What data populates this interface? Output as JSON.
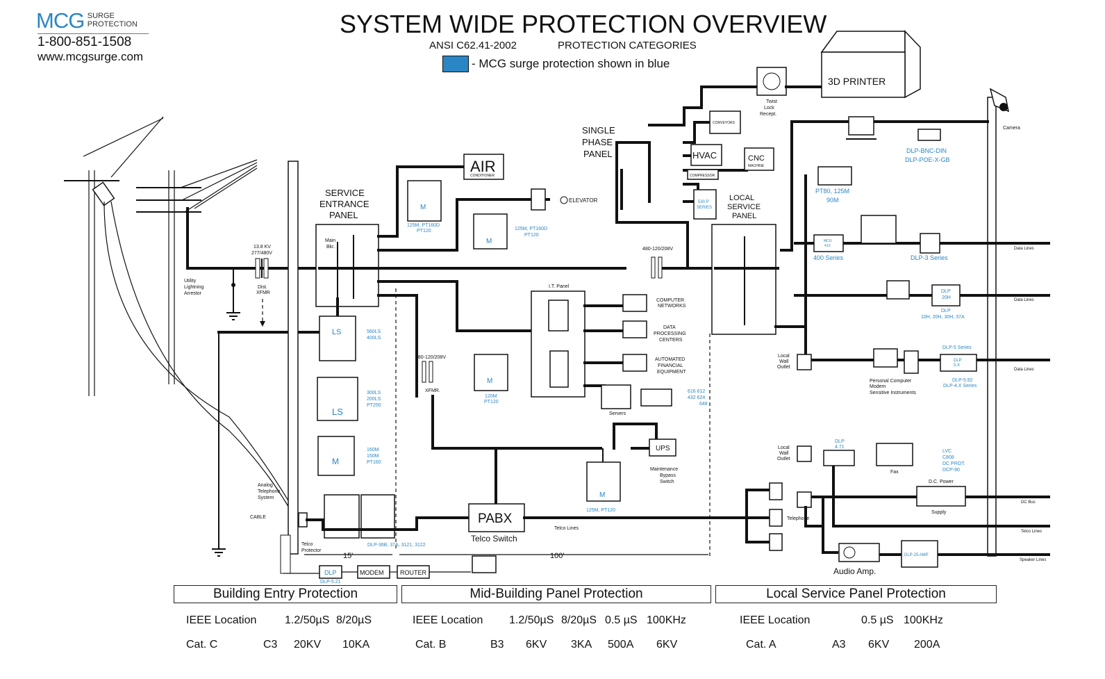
{
  "brand": {
    "logo_mark": "MCG",
    "logo_line1": "SURGE",
    "logo_line2": "PROTECTION",
    "phone": "1-800-851-1508",
    "website": "www.mcgsurge.com"
  },
  "header": {
    "title": "SYSTEM WIDE PROTECTION OVERVIEW",
    "standard": "ANSI C62.41-2002",
    "subtitle": "PROTECTION CATEGORIES",
    "legend_text": "- MCG surge protection shown in blue",
    "legend_color": "#2a86c5"
  },
  "labels": {
    "printer": "3D PRINTER",
    "twist_lock": [
      "Twist",
      "Lock",
      "Recept."
    ],
    "camera": "Camera",
    "dlp_bnc": [
      "DLP-BNC-DIN",
      "DLP-POE-X-GB"
    ],
    "single_phase": [
      "SINGLE",
      "PHASE",
      "PANEL"
    ],
    "conveyors": "CONVEYORS",
    "hvac": "HVAC",
    "compressor": "COMPRESSOR",
    "cnc": [
      "CNC",
      "MACHINE"
    ],
    "series530": [
      "530 P",
      "SERIES"
    ],
    "pt80": [
      "PT80, 125M",
      "90M"
    ],
    "local_panel": [
      "LOCAL",
      "SERVICE",
      "PANEL"
    ],
    "air": "AIR",
    "air_sub": "CONDITIONER",
    "elevator": "ELEVATOR",
    "service_entrance": [
      "SERVICE",
      "ENTRANCE",
      "PANEL"
    ],
    "main_bkr": [
      "Main",
      "Bkr."
    ],
    "m125_1": [
      "125M, PT160D",
      "PT120"
    ],
    "m125_2": [
      "125M, PT160D",
      "PT120"
    ],
    "kv": [
      "13.8 KV",
      "277/480V"
    ],
    "dist_xfmr": [
      "Dist.",
      "XFMR"
    ],
    "arrestor": [
      "Utility",
      "Lightning",
      "Arrestor"
    ],
    "v480_top": "480-120/208V",
    "v480_mid": "480-120/208V",
    "xfmr": "XFMR.",
    "series400": "400 Series",
    "dlp3": "DLP-3 Series",
    "data_lines": "Data Lines",
    "dlp_20h_box": [
      "DLP",
      "20H"
    ],
    "dlp_20h": [
      "DLP",
      "10H, 20H, 30H, 37A"
    ],
    "it_panel": "I.T. Panel",
    "computer_networks": [
      "COMPUTER",
      "NETWORKS"
    ],
    "data_processing": [
      "DATA",
      "PROCESSING",
      "CENTERS"
    ],
    "automated": [
      "AUTOMATED",
      "FINANCIAL",
      "EQUIPMENT"
    ],
    "servers": "Servers",
    "server_models": [
      "616  612",
      "432  624",
      "648"
    ],
    "ls_560": [
      "560LS",
      "400LS"
    ],
    "ls_300": [
      "300LS",
      "200LS",
      "PT250"
    ],
    "m_160": [
      "160M",
      "150M",
      "PT160"
    ],
    "m_120": [
      "120M",
      "PT120"
    ],
    "ls": "LS",
    "m": "M",
    "local_wall_1": [
      "Local",
      "Wall",
      "Outlet"
    ],
    "local_wall_2": [
      "Local",
      "Wall",
      "Outlet"
    ],
    "pc_modem": [
      "Personal Computer",
      "Modem",
      "Sensitive Instruments"
    ],
    "dlp5": "DLP-5 Series",
    "dlp5_box": [
      "DLP",
      "5.X"
    ],
    "dlp592": [
      "DLP-5.92",
      "DLP-4.X Series"
    ],
    "ups": "UPS",
    "maintenance": [
      "Maintenance",
      "Bypass",
      "Switch"
    ],
    "m125_pt120": "125M, PT120",
    "dlp471": [
      "DLP",
      "4.71"
    ],
    "fax": "Fax",
    "lvc": [
      "LVC",
      "C808",
      "DC PROT.",
      "DCP-90"
    ],
    "dc_power": "D.C. Power",
    "supply": "Supply",
    "dc_bus": "DC Bus",
    "telco_lines_right": "Telco Lines",
    "speaker_lines": "Speaker Lines",
    "telephone": "Telephone",
    "analog_tel": [
      "Analog",
      "Telephone",
      "System"
    ],
    "cable": "CABLE",
    "telco_protector": [
      "Telco",
      "Protector"
    ],
    "dlp36b": "DLP-36B, 37A, 3121, 3122",
    "pabx": "PABX",
    "telco_switch": "Telco Switch",
    "telco_lines": "Telco Lines",
    "dist15": "15'",
    "dist100": "100'",
    "dlp521_box": "DLP",
    "dlp521": "DLP-5.21",
    "modem": "MODEM",
    "router": "ROUTER",
    "audio_amp": "Audio Amp.",
    "dlp25": "DLP-25 AMP",
    "mcg41": [
      "MCG",
      "41X"
    ]
  },
  "categories": [
    {
      "title": "Building Entry Protection",
      "row1": [
        "IEEE Location",
        "1.2/50µS",
        "8/20µS"
      ],
      "row2": [
        "Cat. C",
        "C3",
        "20KV",
        "10KA"
      ]
    },
    {
      "title": "Mid-Building Panel Protection",
      "row1": [
        "IEEE Location",
        "1.2/50µS",
        "8/20µS",
        "0.5 µS",
        "100KHz"
      ],
      "row2": [
        "Cat. B",
        "B3",
        "6KV",
        "3KA",
        "500A",
        "6KV"
      ]
    },
    {
      "title": "Local Service Panel Protection",
      "row1": [
        "IEEE Location",
        "0.5 µS",
        "100KHz"
      ],
      "row2": [
        "Cat. A",
        "A3",
        "6KV",
        "200A"
      ]
    }
  ]
}
